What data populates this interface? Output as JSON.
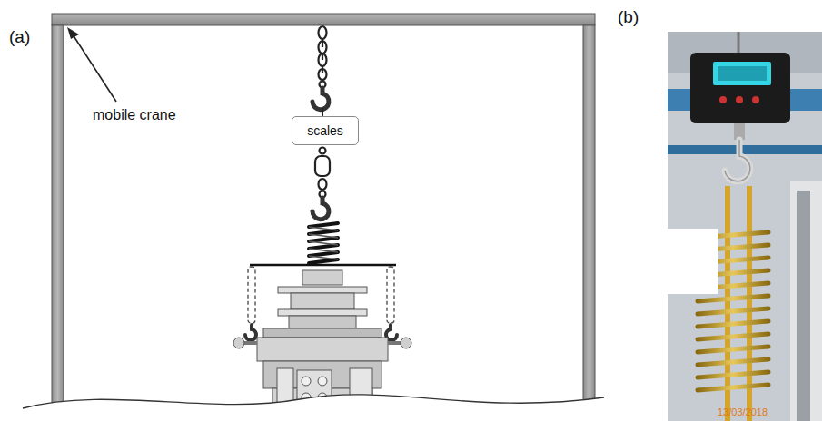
{
  "diagram": {
    "nodes": [
      {
        "text": [
          "scales"
        ]
      }
    ],
    "labels": [
      "(a)",
      "mobile crane",
      "(b)",
      "13/03/2018"
    ]
  }
}
